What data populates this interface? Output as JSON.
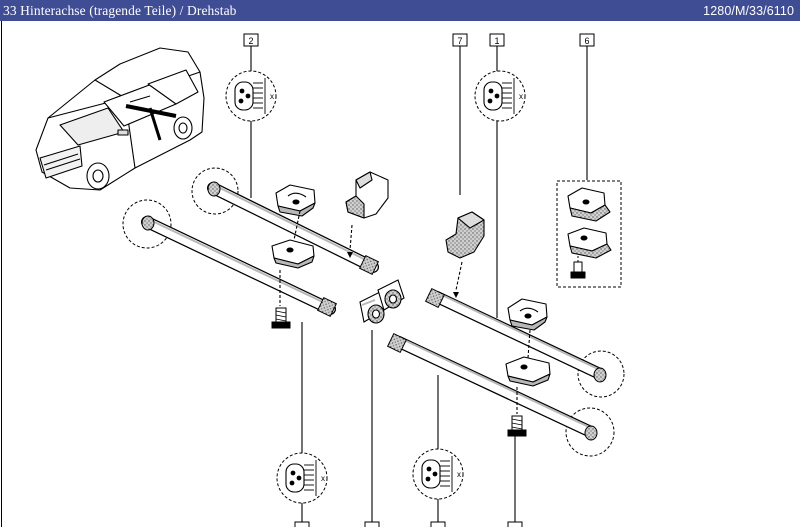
{
  "header": {
    "title": "33 Hinterachse (tragende Teile) / Drehstab",
    "reference": "1280/M/33/6110"
  },
  "callouts": {
    "c2": "2",
    "c7": "7",
    "c1": "1",
    "c6": "6"
  },
  "detail_marks": {
    "x": "x"
  },
  "colors": {
    "header_bg": "#3f4d94",
    "header_text": "#ffffff",
    "line": "#000000",
    "shade": "#b8b8b8"
  }
}
